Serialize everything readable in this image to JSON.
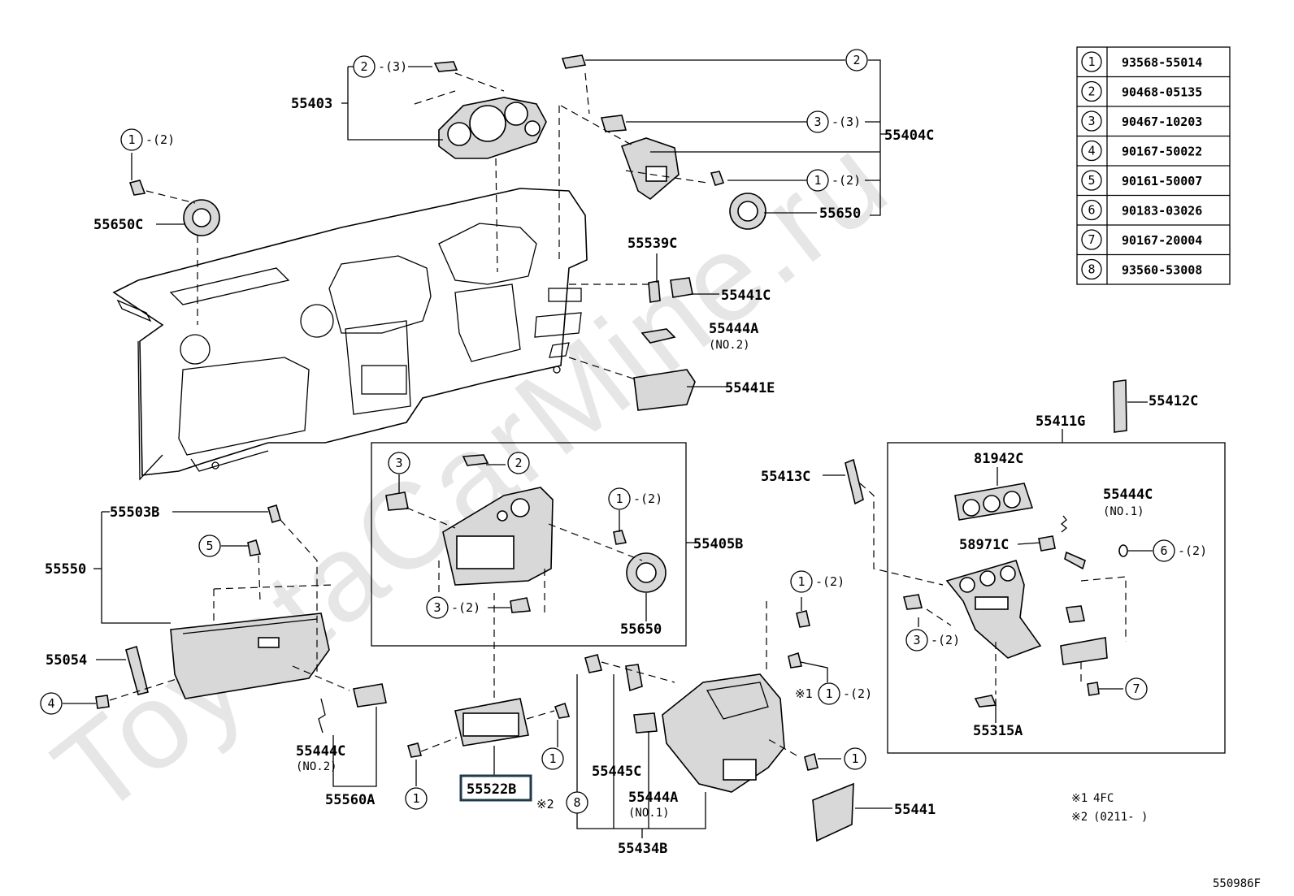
{
  "watermark": "ToyotaCarMine.ru",
  "diagram_code": "550986F",
  "notes": [
    {
      "mark": "※1",
      "text": "4FC"
    },
    {
      "mark": "※2",
      "text": "(0211-        )"
    }
  ],
  "fastener_table": [
    {
      "key": "1",
      "part": "93568-55014"
    },
    {
      "key": "2",
      "part": "90468-05135"
    },
    {
      "key": "3",
      "part": "90467-10203"
    },
    {
      "key": "4",
      "part": "90167-50022"
    },
    {
      "key": "5",
      "part": "90161-50007"
    },
    {
      "key": "6",
      "part": "90183-03026"
    },
    {
      "key": "7",
      "part": "90167-20004"
    },
    {
      "key": "8",
      "part": "93560-53008"
    }
  ],
  "labels": {
    "p55403": "55403",
    "p55404C": "55404C",
    "p55650C": "55650C",
    "p55650_top": "55650",
    "p55539C": "55539C",
    "p55441C": "55441C",
    "p55444A_top": "55444A",
    "p55444A_top_sub": "(NO.2)",
    "p55441E": "55441E",
    "p55412C": "55412C",
    "p55411G": "55411G",
    "p55413C": "55413C",
    "p81942C": "81942C",
    "p55444C_right": "55444C",
    "p55444C_right_sub": "(NO.1)",
    "p58971C": "58971C",
    "p55315A": "55315A",
    "p55405B": "55405B",
    "p55650_mid": "55650",
    "p55503B": "55503B",
    "p55550": "55550",
    "p55054": "55054",
    "p55444C_left": "55444C",
    "p55444C_left_sub": "(NO.2)",
    "p55560A": "55560A",
    "p55522B": "55522B",
    "p55445C": "55445C",
    "p55444A_bot": "55444A",
    "p55444A_bot_sub": "(NO.1)",
    "p55434B": "55434B",
    "p55441": "55441"
  },
  "callouts": {
    "c_55403_key": "2",
    "c_55403_qty": "-(3)",
    "c_55650C_key": "1",
    "c_55650C_qty": "-(2)",
    "c_top_2_key": "2",
    "c_top_3_key": "3",
    "c_top_3_qty": "-(3)",
    "c_top_1_key": "1",
    "c_top_1_qty": "-(2)",
    "c_box_3_key": "3",
    "c_box_2_key": "2",
    "c_box_1_key": "1",
    "c_box_1_qty": "-(2)",
    "c_box_32_key": "3",
    "c_box_32_qty": "-(2)",
    "c_5_key": "5",
    "c_4_key": "4",
    "c_bot_1a_key": "1",
    "c_bot_1b_key": "1",
    "c_8_key": "8",
    "c_note2": "※2",
    "c_mid_1_key": "1",
    "c_mid_1_qty": "-(2)",
    "c_note1": "※1",
    "c_mid_1b_key": "1",
    "c_mid_1b_qty": "-(2)",
    "c_mid_1c_key": "1",
    "c_r_6_key": "6",
    "c_r_6_qty": "-(2)",
    "c_r_3_key": "3",
    "c_r_3_qty": "-(2)",
    "c_r_7_key": "7"
  }
}
